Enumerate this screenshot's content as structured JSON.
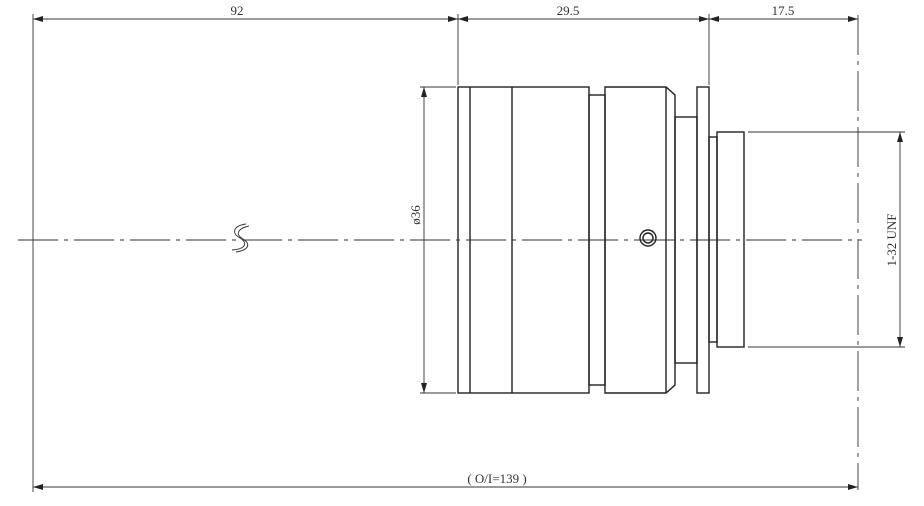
{
  "drawing": {
    "dimensions": {
      "front_length": "92",
      "body_length": "29.5",
      "rear_length": "17.5",
      "diameter": "ø36",
      "thread": "1-32 UNF",
      "total": "( O/I=139 )"
    },
    "colors": {
      "line": "#222222",
      "background": "#ffffff"
    }
  }
}
